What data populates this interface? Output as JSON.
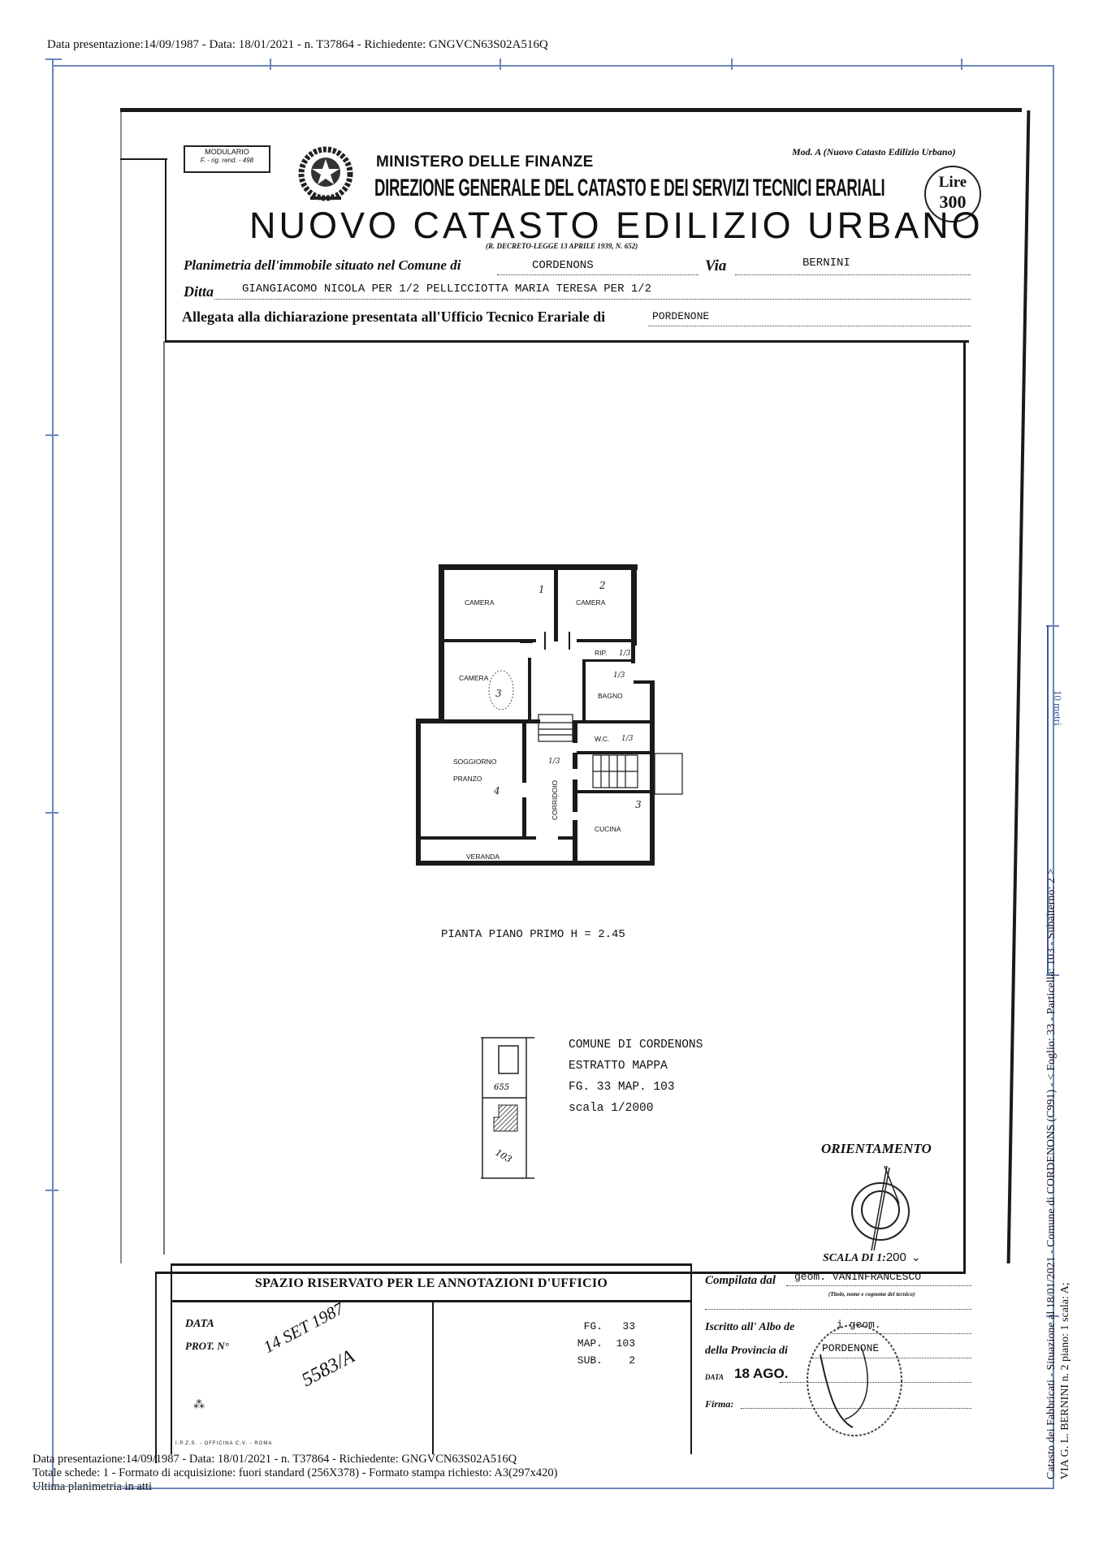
{
  "top_header": "Data presentazione:14/09/1987 - Data: 18/01/2021 - n. T37864 - Richiedente: GNGVCN63S02A516Q",
  "form": {
    "modulario": {
      "line1": "MODULARIO",
      "line2": "F. - rig. rend. - 498"
    },
    "ministry": "MINISTERO DELLE FINANZE",
    "directorate": "DIREZIONE GENERALE DEL CATASTO E DEI SERVIZI TECNICI ERARIALI",
    "model": "Mod. A (Nuovo Catasto Edilizio Urbano)",
    "stamp_duty": {
      "label": "Lire",
      "amount": "300"
    },
    "title": "NUOVO CATASTO EDILIZIO URBANO",
    "decree": "(R. DECRETO-LEGGE 13 APRILE 1939, N. 652)",
    "fields": {
      "planimetria_label": "Planimetria dell'immobile situato nel Comune di",
      "comune": "CORDENONS",
      "via_label": "Via",
      "via": "BERNINI",
      "ditta_label": "Ditta",
      "ditta": "GIANGIACOMO NICOLA PER 1/2 PELLICCIOTTA MARIA TERESA PER 1/2",
      "allegata_label": "Allegata alla dichiarazione presentata all'Ufficio Tecnico Erariale di",
      "ufficio": "PORDENONE"
    }
  },
  "floor_plan": {
    "rooms": [
      "CAMERA",
      "CAMERA",
      "RIP.",
      "CAMERA",
      "BAGNO",
      "W.C.",
      "SOGGIORNO",
      "PRANZO",
      "CORRIDOIO",
      "CUCINA",
      "VERANDA"
    ],
    "handwritten_marks": [
      "1",
      "2",
      "1/3",
      "3",
      "1/3",
      "1/3",
      "1/3",
      "4",
      "3"
    ],
    "caption": "PIANTA PIANO PRIMO H = 2.45"
  },
  "map_extract": {
    "lines": [
      "COMUNE DI CORDENONS",
      "ESTRATTO MAPPA",
      "FG. 33 MAP. 103",
      "scala 1/2000"
    ],
    "parcels": [
      "655",
      "103"
    ]
  },
  "orientation": {
    "label": "ORIENTAMENTO",
    "scale_label": "SCALA DI 1:",
    "scale_value": "200"
  },
  "office_box": {
    "title": "SPAZIO RISERVATO PER LE ANNOTAZIONI D'UFFICIO",
    "data_label": "DATA",
    "prot_label": "PROT. N°",
    "stamp_date": "14 SET 1987",
    "prot_number": "5583/A",
    "refs": [
      {
        "label": "FG.",
        "value": "33"
      },
      {
        "label": "MAP.",
        "value": "103"
      },
      {
        "label": "SUB.",
        "value": "2"
      }
    ],
    "printer": "I.P.Z.S. - OFFICINA C.V. - ROMA"
  },
  "compiler": {
    "compilata_label": "Compilata dal",
    "compilata_value": "geom. VANINFRANCESCO",
    "compilata_hint": "(Titolo, nome e cognome del tecnico)",
    "albo_label": "Iscritto all' Albo de",
    "albo_value": "i geom.",
    "provincia_label": "della Provincia di",
    "provincia_value": "PORDENONE",
    "data_label": "DATA",
    "data_value": "18 AGO.",
    "firma_label": "Firma:",
    "stamp_text": "PORDENONE"
  },
  "side_info": {
    "line1": "Catasto dei Fabbricati - Situazione al 18/01/2021 - Comune di CORDENONS (C991) - < Foglio: 33 - Particella: 103 - Subalterno: 2 >",
    "line2": "VIA G. L. BERNINI n. 2 piano: 1 scala: A;",
    "scale_bar": "10 metri"
  },
  "footer": {
    "line1": "Data presentazione:14/09/1987 - Data: 18/01/2021 - n. T37864 - Richiedente: GNGVCN63S02A516Q",
    "line2": "Totale schede: 1 - Formato di acquisizione: fuori standard (256X378) - Formato stampa richiesto: A3(297x420)",
    "line3": "Ultima planimetria in atti"
  },
  "colors": {
    "frame": "#6c86b8",
    "ink": "#111111"
  }
}
